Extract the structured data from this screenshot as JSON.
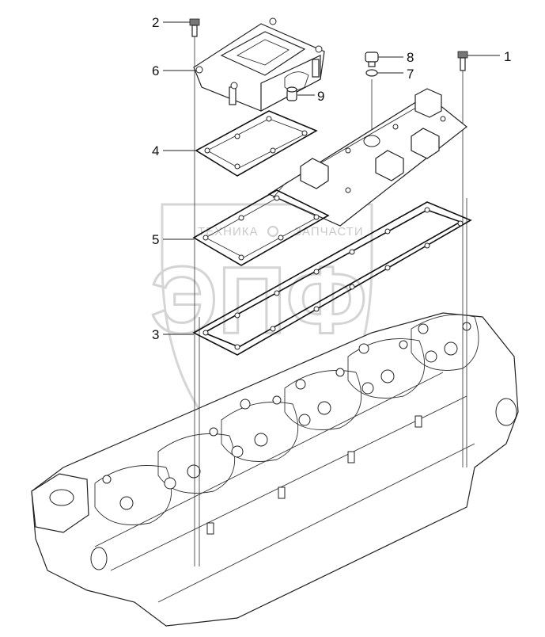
{
  "watermark": {
    "line1_left": "ТЕХНИКА",
    "line1_right": "ЗАПЧАСТИ",
    "big_letters": "ЭПФ",
    "color": "#cfcfcf"
  },
  "callouts": [
    {
      "id": "1",
      "label": "1"
    },
    {
      "id": "2",
      "label": "2"
    },
    {
      "id": "3",
      "label": "3"
    },
    {
      "id": "4",
      "label": "4"
    },
    {
      "id": "5",
      "label": "5"
    },
    {
      "id": "6",
      "label": "6"
    },
    {
      "id": "7",
      "label": "7"
    },
    {
      "id": "8",
      "label": "8"
    },
    {
      "id": "9",
      "label": "9"
    }
  ],
  "colors": {
    "line": "#222222",
    "background": "#ffffff"
  }
}
